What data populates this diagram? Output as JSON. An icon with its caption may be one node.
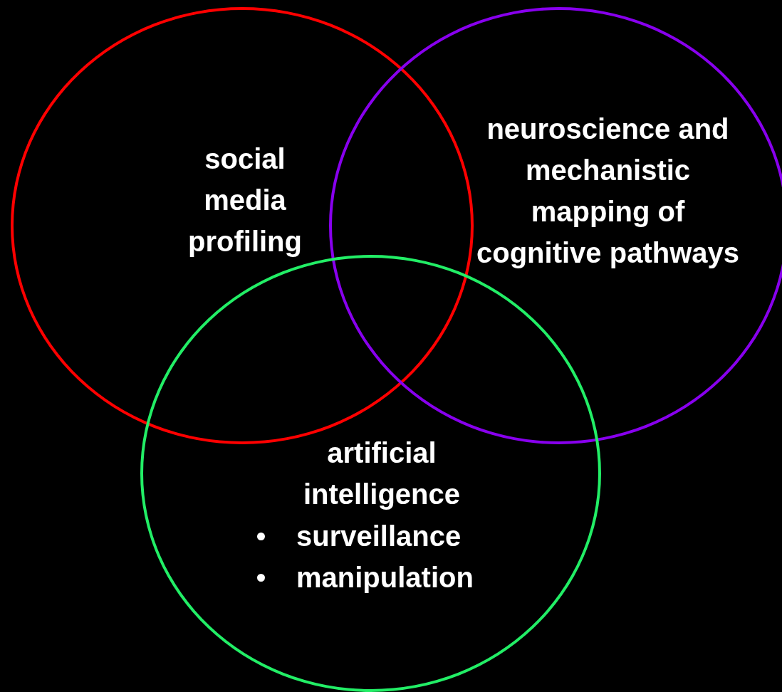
{
  "diagram": {
    "nodes": [
      {
        "text": [
          "social media profiling"
        ]
      },
      {
        "text": [
          "neuroscience and mechanistic mapping of cognitive pathways"
        ]
      },
      {
        "text": [
          "artificial intelligence",
          "surveillance",
          "manipulation"
        ]
      }
    ]
  }
}
